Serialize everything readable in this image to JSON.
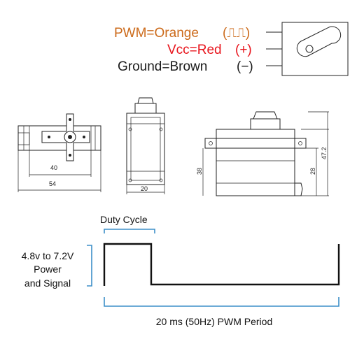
{
  "wiring": {
    "pwm_label": "PWM=Orange",
    "pwm_symbol": "(⎍⎍)",
    "vcc_label": "Vcc=Red",
    "vcc_symbol": "(+)",
    "ground_label": "Ground=Brown",
    "ground_symbol": "(−)",
    "colors": {
      "pwm": "#cc6a1a",
      "vcc": "#e8141c",
      "ground": "#1a1a1a"
    }
  },
  "dimensions": {
    "top_inner_width": "40",
    "top_outer_width": "54",
    "front_width": "20",
    "side_height_total": "47.2",
    "side_height_body": "38",
    "side_height_lower": "28"
  },
  "signal": {
    "duty_cycle_label": "Duty Cycle",
    "voltage_line1": "4.8v to 7.2V",
    "voltage_line2": "Power",
    "voltage_line3": "and Signal",
    "period_label": "20 ms (50Hz) PWM Period"
  }
}
